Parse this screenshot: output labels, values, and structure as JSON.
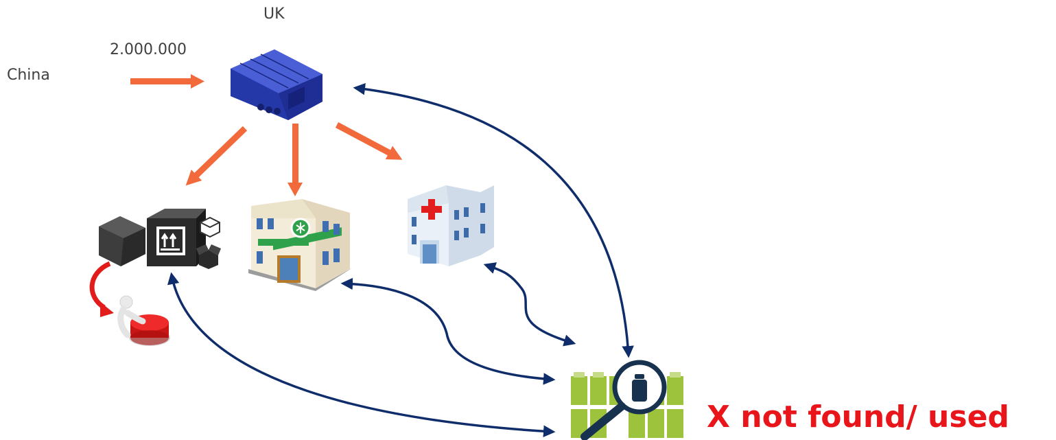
{
  "labels": {
    "destination": "UK",
    "quantity": "2.000.000",
    "origin": "China",
    "status": "X  not found/ used"
  },
  "colors": {
    "supply_arrow": "#f26a3b",
    "trace_arrow": "#0f2d6b",
    "status_text": "#e8151b",
    "warehouse": "#2d3fb8",
    "vial_green": "#9dc23b",
    "recall_arrow": "#e21b1b"
  },
  "icons": [
    "warehouse-icon",
    "shipping-boxes-icon",
    "pharmacy-icon",
    "hospital-icon",
    "recall-button-icon",
    "vial-scan-icon"
  ]
}
